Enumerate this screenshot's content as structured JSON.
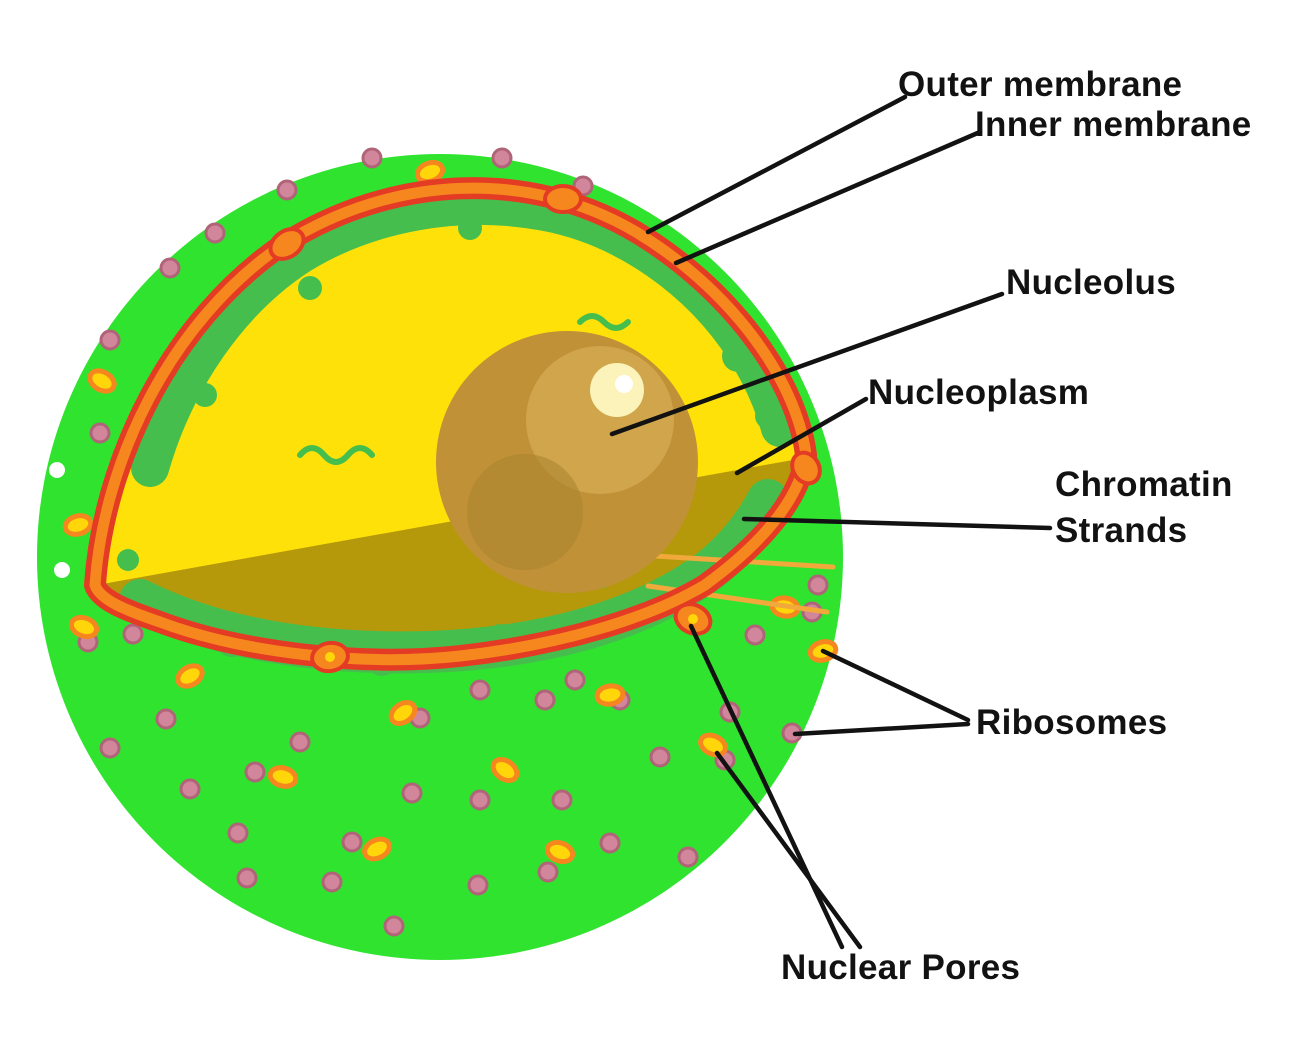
{
  "diagram": {
    "type": "cell-nucleus-labeled-diagram",
    "labels": {
      "outer_membrane": "Outer membrane",
      "inner_membrane": "Inner membrane",
      "nucleolus": "Nucleolus",
      "nucleoplasm": "Nucleoplasm",
      "chromatin_line1": "Chromatin",
      "chromatin_line2": "Strands",
      "ribosomes": "Ribosomes",
      "nuclear_pores": "Nuclear Pores"
    },
    "colors": {
      "background": "#ffffff",
      "cytoplasm_green": "#2fe32f",
      "nucleoplasm_yellow": "#ffe10a",
      "nucleoplasm_shadow": "#b5990a",
      "envelope_orange": "#f6871f",
      "envelope_red": "#e43b24",
      "nucleolus_tan": "#c09136",
      "chromatin_green": "#46be4e",
      "ribosome_pink": "#d2869b",
      "ribosome_yellow": "#ffd60a",
      "label_text": "#121212"
    }
  }
}
